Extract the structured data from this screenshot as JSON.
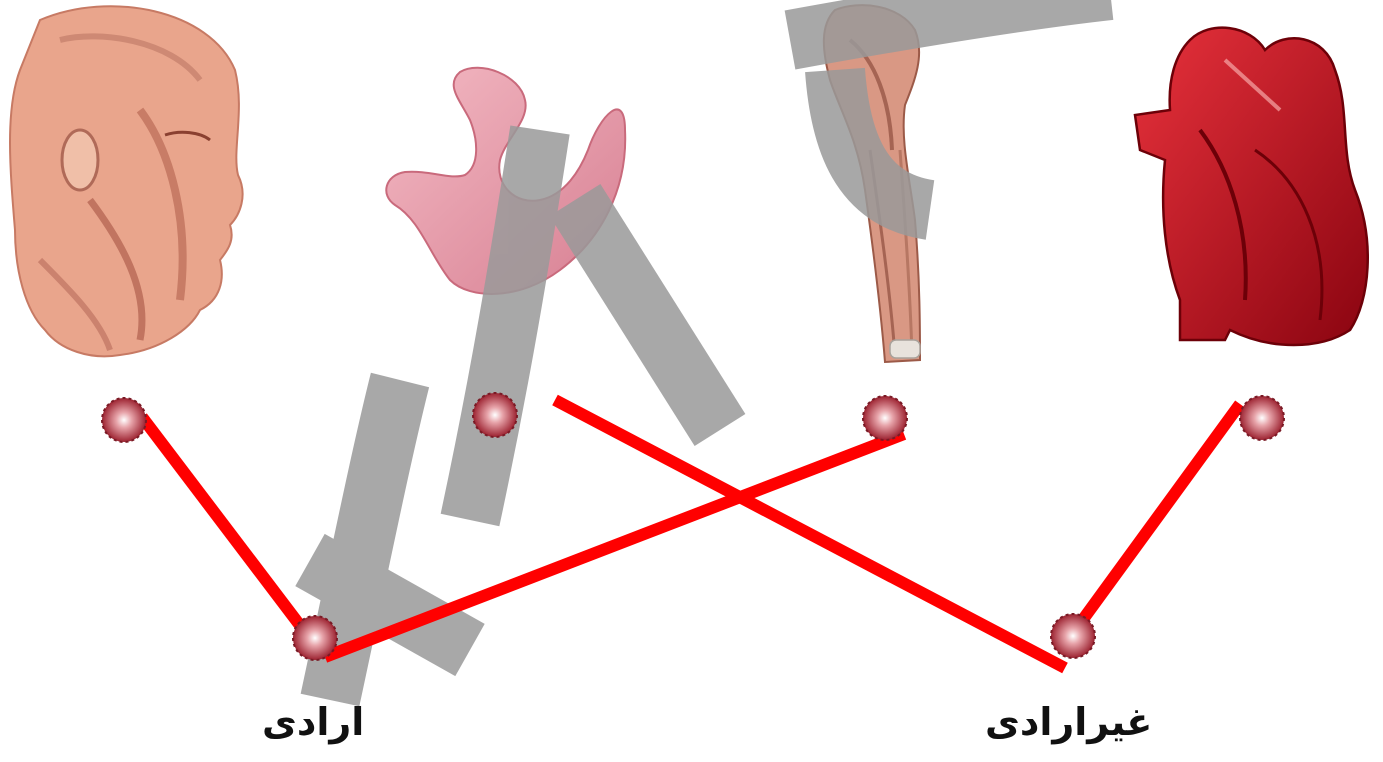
{
  "labels": {
    "voluntary": "ارادی",
    "involuntary": "غیرارادی"
  },
  "organs": [
    {
      "name": "head-muscles",
      "icon": "head-muscle-illustration"
    },
    {
      "name": "stomach",
      "icon": "stomach-illustration"
    },
    {
      "name": "arm-muscles",
      "icon": "arm-muscle-illustration"
    },
    {
      "name": "heart",
      "icon": "heart-illustration"
    }
  ],
  "connections": [
    {
      "from": "head-muscles",
      "to": "voluntary"
    },
    {
      "from": "arm-muscles",
      "to": "voluntary"
    },
    {
      "from": "stomach",
      "to": "involuntary"
    },
    {
      "from": "heart",
      "to": "involuntary"
    }
  ],
  "colors": {
    "line": "#ff0000",
    "watermark": "#9a9a9a",
    "dot": "#b8343f",
    "skin": "#e9a58c",
    "stomach": "#e99aa8",
    "heart": "#c8101c"
  }
}
